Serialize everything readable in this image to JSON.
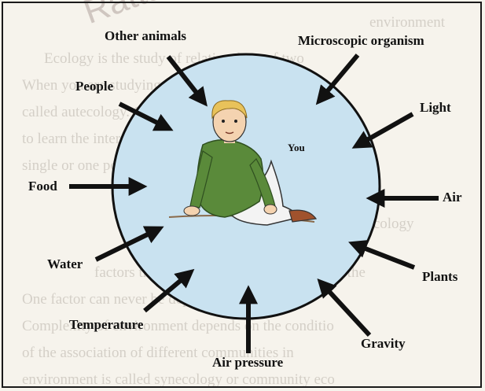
{
  "watermark": "Ratta.pk",
  "center_label": "You",
  "factors": {
    "other_animals": "Other animals",
    "microscopic": "Microscopic organism",
    "people": "People",
    "light": "Light",
    "food": "Food",
    "air": "Air",
    "water": "Water",
    "plants": "Plants",
    "temperature": "Temperature",
    "gravity": "Gravity",
    "air_pressure": "Air pressure"
  },
  "background_text": [
    "environment",
    "Ecology is the study of relationships of two",
    "When you are studying single organism its relatio",
    "called autecology. On the other hand, while studying",
    "to learn the interaction of populations in their grou",
    "single or one population is called as synecology, the study",
    "synecology",
    "factors that affect organisms and plants in the",
    "One factor can never be dependent factor. These",
    "Complexity of environment depends on the conditio",
    "of the association of different communities in",
    "environment is called synecology or community eco"
  ],
  "colors": {
    "circle_fill": "#c9e2f0",
    "circle_stroke": "#111111",
    "arrow": "#111111",
    "shirt": "#5a8a3a",
    "hair": "#e8c25a",
    "skin": "#f4d3b0"
  }
}
